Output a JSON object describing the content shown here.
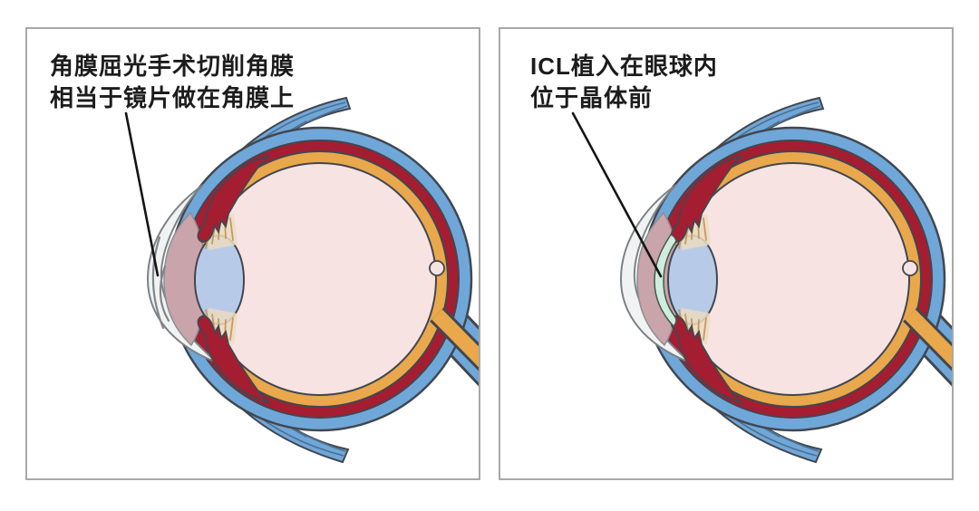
{
  "figure": {
    "panels": [
      {
        "id": "lasik-eye",
        "annotation": "角膜屈光手术切削角膜\n相当于镜片做在角膜上"
      },
      {
        "id": "icl-eye",
        "annotation": "ICL植入在眼球内\n位于晶体前"
      }
    ],
    "colors": {
      "background": "#ffffff",
      "panel_border": "#a8a8a8",
      "outline": "#42474f",
      "sclera_blue": "#6fa7d9",
      "muscle_stripe": "#4f6f8d",
      "choroid_red": "#a51d31",
      "retina_orange": "#e9a84c",
      "vitreous_pink": "#f6e3e2",
      "cornea_white": "#f0f3f1",
      "cornea_edge": "#7b8288",
      "anterior_chamber_mauve": "#c9a4aa",
      "chamber_edge": "#8a8f94",
      "lens_blue": "#b7cbe9",
      "zonule_tan": "#c49a63",
      "zonule_bed": "#ecdcc0",
      "icl_mint": "#cfecdc",
      "icl_edge": "#44584e",
      "incision_gray": "#80868c",
      "leader_line": "#141414",
      "text": "#1c1c1c"
    }
  }
}
